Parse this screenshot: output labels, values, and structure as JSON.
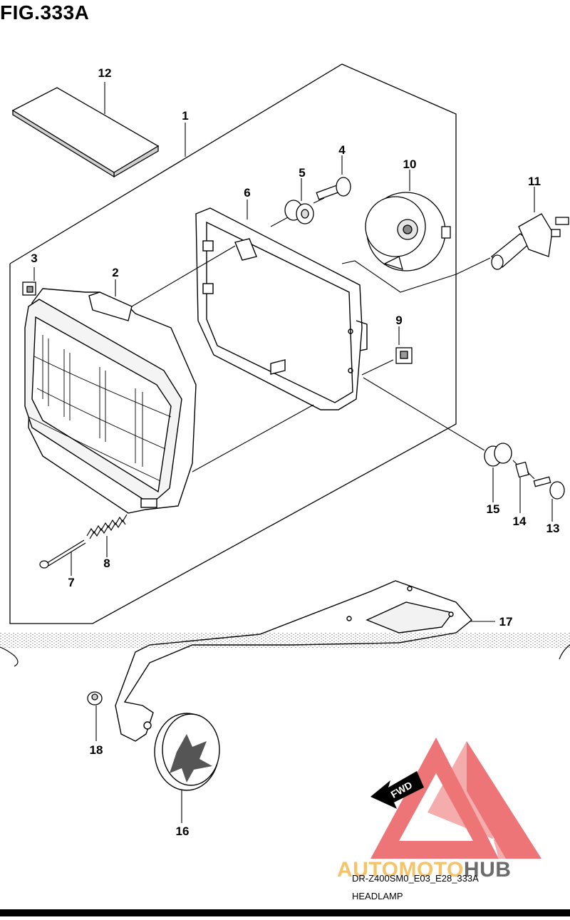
{
  "figure_title": "FIG.333A",
  "diagram_code": "DR-Z400SM0_E03_E28_333A",
  "diagram_name": "HEADLAMP",
  "watermark": {
    "part1": "AUTOMOTO",
    "part2": "HUB",
    "color1": "#f5c46a",
    "color2": "#6b6b6b",
    "triangle_color": "#e8484a"
  },
  "fwd_label": "FWD",
  "callouts": [
    "1",
    "2",
    "3",
    "4",
    "5",
    "6",
    "7",
    "8",
    "9",
    "10",
    "11",
    "12",
    "13",
    "14",
    "15",
    "16",
    "17",
    "18"
  ]
}
